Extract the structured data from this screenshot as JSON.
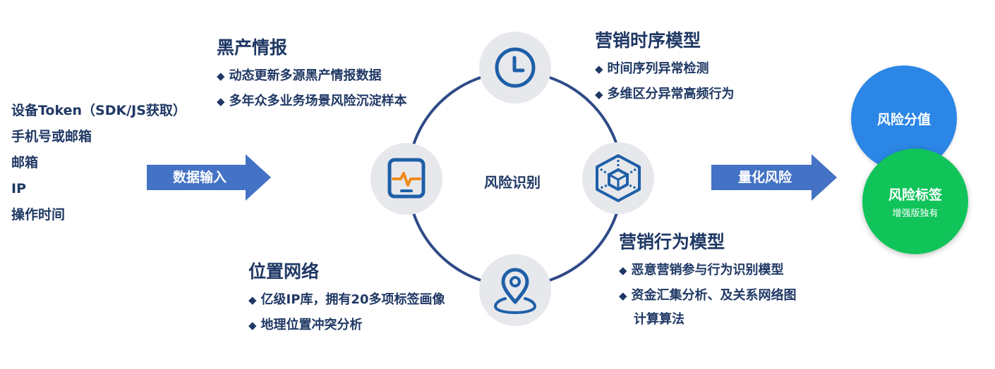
{
  "inputs": [
    "设备Token（SDK/JS获取）",
    "手机号或邮箱",
    "邮箱",
    "IP",
    "操作时间"
  ],
  "arrows": {
    "input": "数据输入",
    "output": "量化风险"
  },
  "center": "风险识别",
  "icons": {
    "top": "clock-icon",
    "left": "monitor-pulse-icon",
    "right": "cube-network-icon",
    "bottom": "location-pin-icon"
  },
  "blocks": {
    "black": {
      "title": "黑产情报",
      "bullets": [
        "动态更新多源黑产情报数据",
        "多年众多业务场景风险沉淀样本"
      ]
    },
    "timing": {
      "title": "营销时序模型",
      "bullets": [
        "时间序列异常检测",
        "多维区分异常高频行为"
      ]
    },
    "behavior": {
      "title": "营销行为模型",
      "bullets": [
        "恶意营销参与行为识别模型",
        "资金汇集分析、及关系网络图"
      ],
      "continuation": "计算算法"
    },
    "location": {
      "title": "位置网络",
      "bullets": [
        "亿级IP库，拥有20多项标签画像",
        "地理位置冲突分析"
      ]
    }
  },
  "outputs": {
    "score": "风险分值",
    "tag": "风险标签",
    "tag_sub": "增强版独有"
  },
  "colors": {
    "navy": "#1f3864",
    "arrow": "#4472c4",
    "ring": "#2e4a86",
    "icon": "#1f5fa8",
    "blue": "#2b86e6",
    "green": "#10c45a",
    "node_bg": "#e6e8ec"
  }
}
